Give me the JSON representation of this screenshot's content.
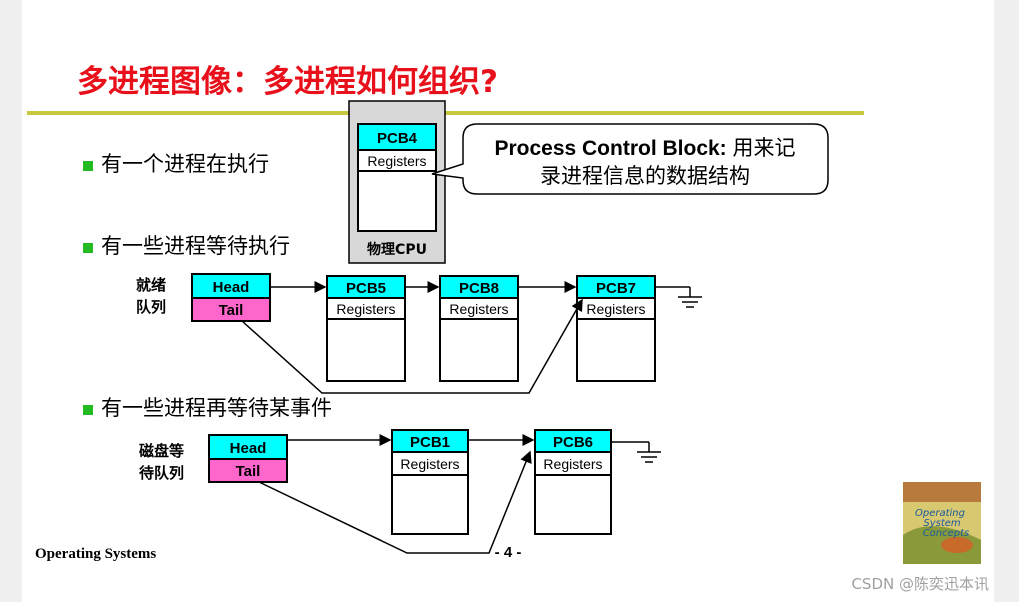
{
  "title": "多进程图像：多进程如何组织?",
  "bullets": [
    "有一个进程在执行",
    "有一些进程等待执行",
    "有一些进程再等待某事件"
  ],
  "cpu": {
    "label": "物理CPU",
    "pcb": "PCB4",
    "registers": "Registers"
  },
  "callout": {
    "bold": "Process Control Block:",
    "rest": " 用来记",
    "line2": "录进程信息的数据结构"
  },
  "ready_queue": {
    "label_line1": "就绪",
    "label_line2": "队列",
    "head": "Head",
    "tail": "Tail",
    "pcbs": [
      "PCB5",
      "PCB8",
      "PCB7"
    ],
    "registers": "Registers"
  },
  "disk_queue": {
    "label_line1": "磁盘等",
    "label_line2": "待队列",
    "head": "Head",
    "tail": "Tail",
    "pcbs": [
      "PCB1",
      "PCB6"
    ],
    "registers": "Registers"
  },
  "footer": "Operating Systems",
  "page_number": "- 4 -",
  "book_cover": {
    "title_line1": "Operating",
    "title_line2": "System",
    "title_line3": "Concepts"
  },
  "watermark": "CSDN @陈奕迅本讯",
  "colors": {
    "title": "#e8101a",
    "bullet": "#22bb22",
    "rule": "#c8c840",
    "pcb_header": "#00ffff",
    "tail": "#ff66cc"
  }
}
